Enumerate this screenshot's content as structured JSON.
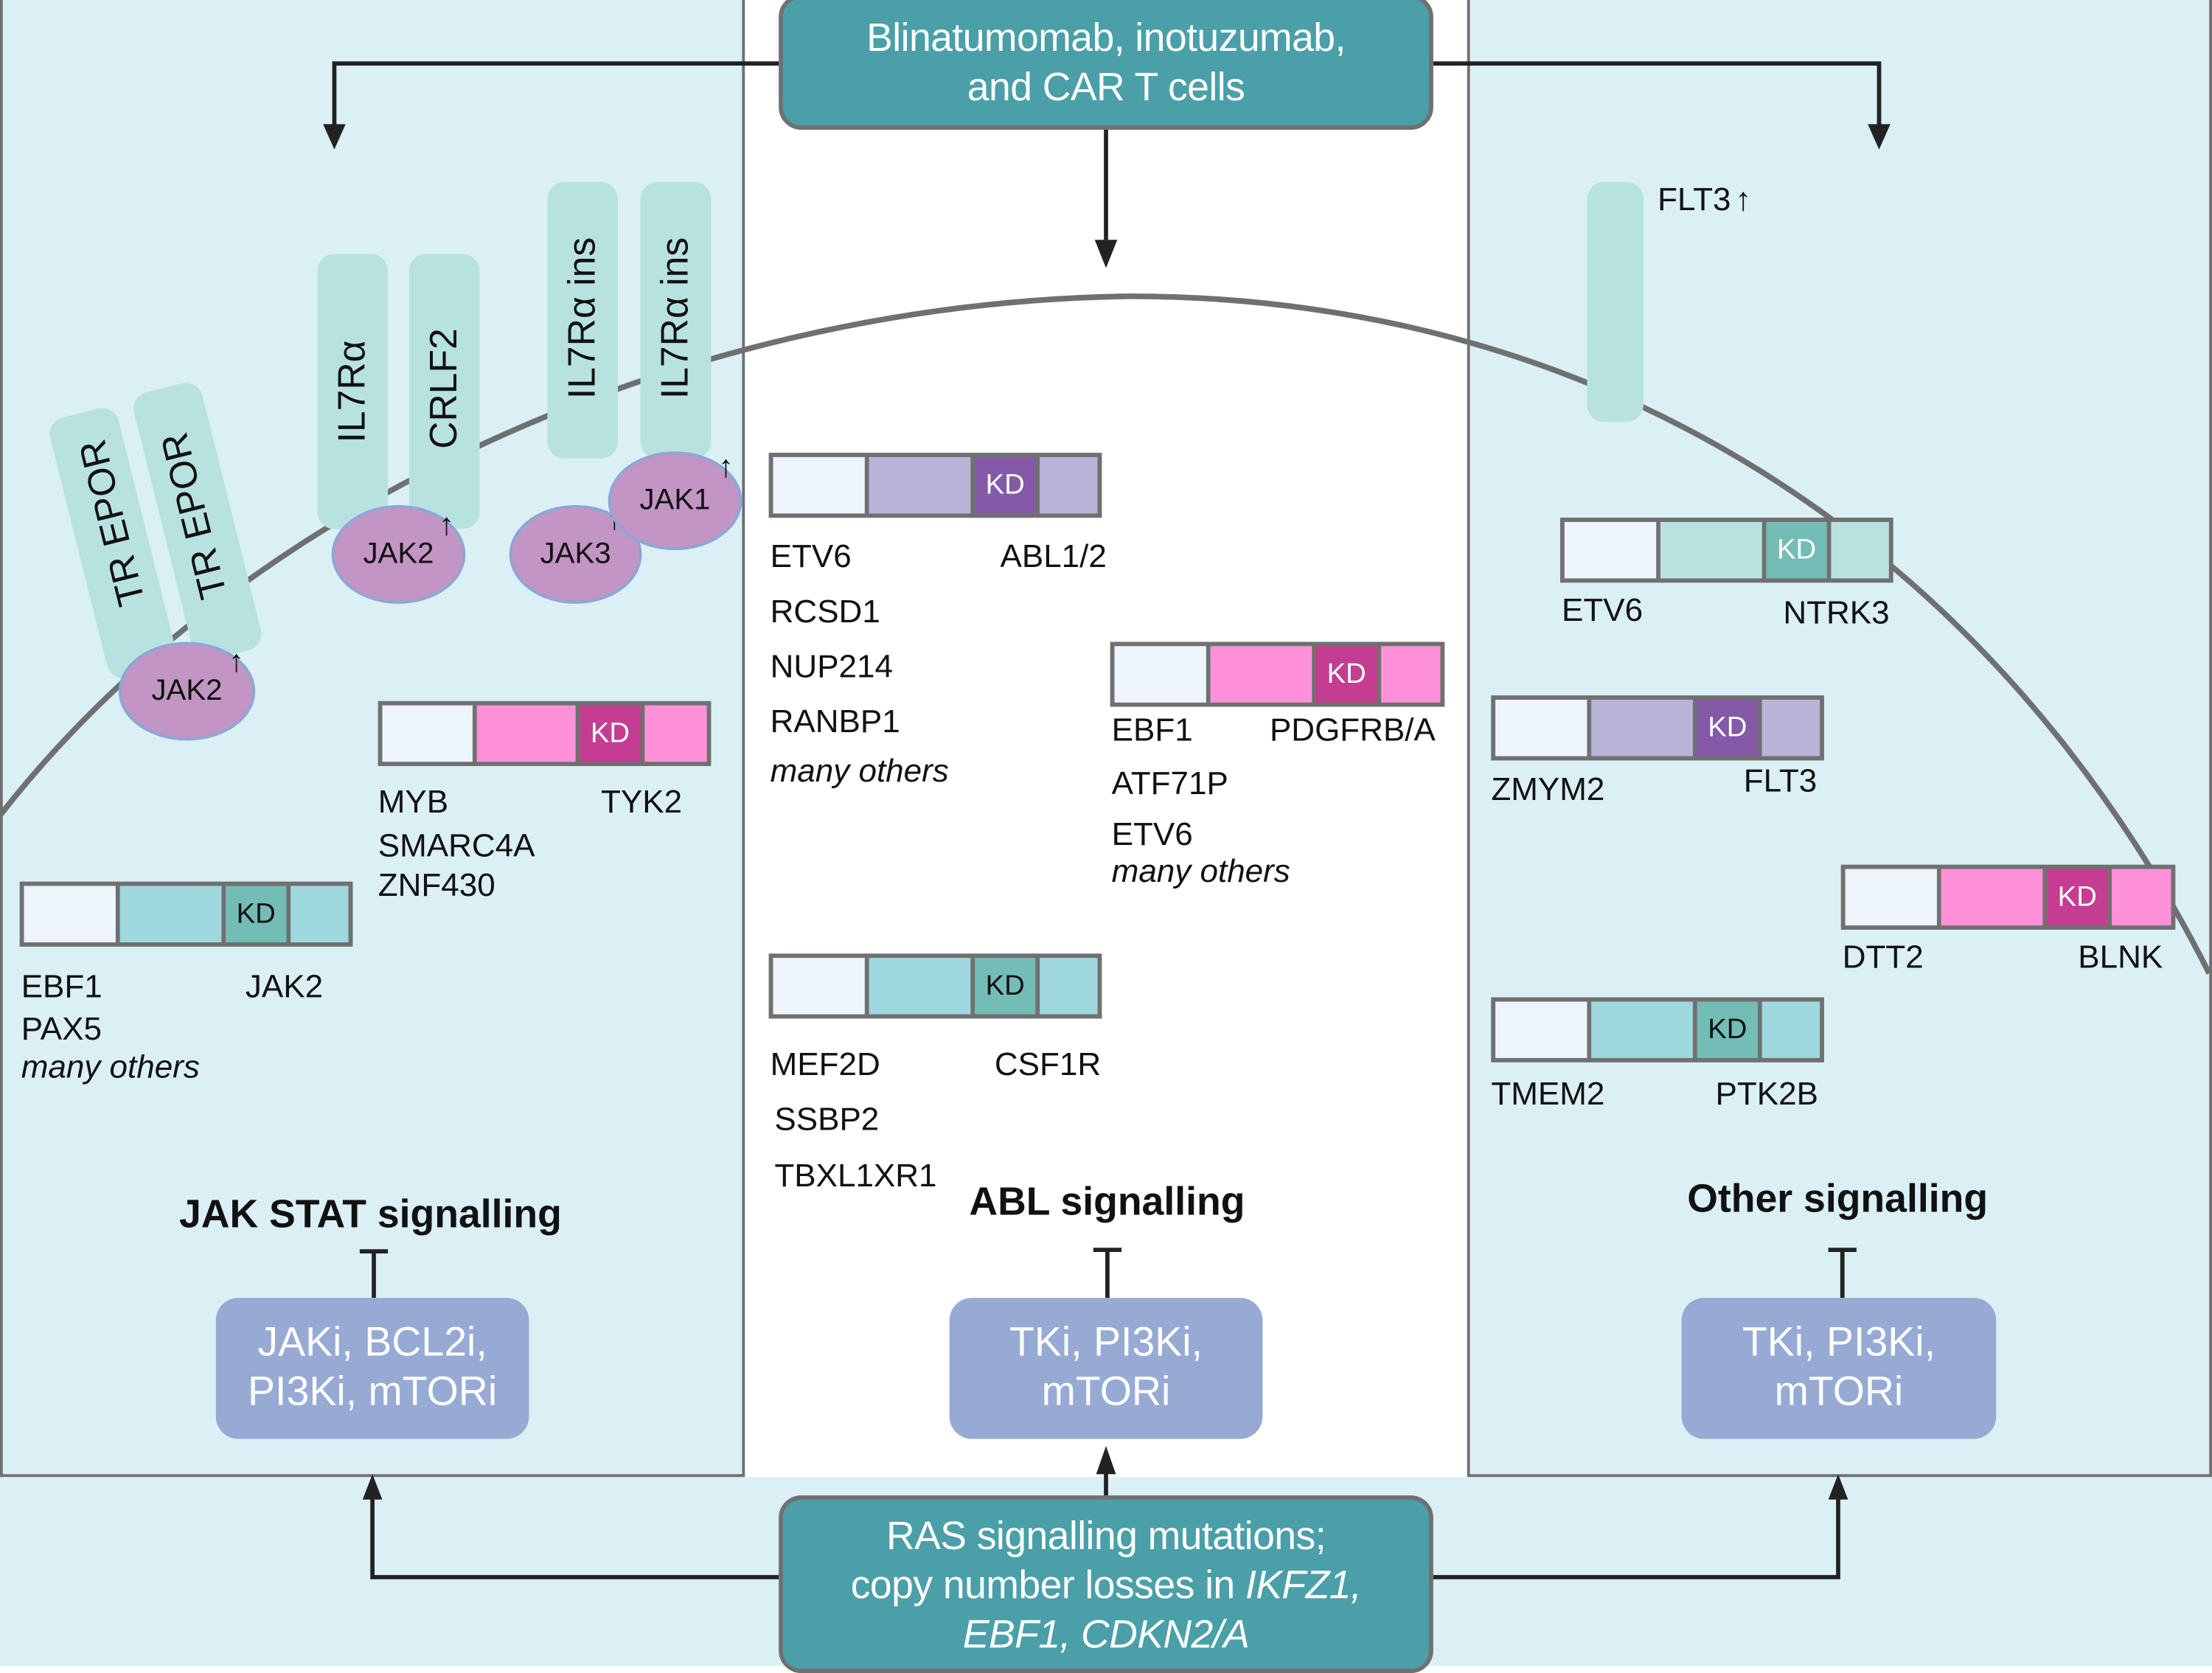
{
  "top_box": {
    "line1": "Blinatumomab, inotuzumab,",
    "line2": "and CAR T cells"
  },
  "bottom_box": {
    "line1": "RAS signalling mutations;",
    "line2_prefix": "copy number losses in ",
    "line2_italic": "IKFZ1,",
    "line3_italic": "EBF1, CDKN2/A"
  },
  "colors": {
    "panel_bg": "#daf0f5",
    "teal_box": "#4a9fa8",
    "drug_box": "#96aad4",
    "receptor": "#b8e2df",
    "jak": "#c295c4",
    "partner_segment": "#edf4fc",
    "purple_light": "#b9b4d8",
    "purple_kd": "#845aa8",
    "pink_light": "#ff91d8",
    "pink_kd": "#c43d92",
    "teal_light": "#9fd8de",
    "teal_kd": "#73bdb6",
    "mint_light": "#b8e2df"
  },
  "left_panel": {
    "title": "JAK STAT signalling",
    "drug": {
      "line1": "JAKi, BCL2i,",
      "line2": "PI3Ki, mTORi"
    },
    "receptors": [
      {
        "label": "TR EPOR"
      },
      {
        "label": "TR EPOR"
      },
      {
        "label": "IL7Rα"
      },
      {
        "label": "CRLF2"
      },
      {
        "label": "IL7Rα ins"
      },
      {
        "label": "IL7Rα ins"
      }
    ],
    "jaks": [
      {
        "label": "JAK2",
        "arrow": "↑"
      },
      {
        "label": "JAK2",
        "arrow": "↑"
      },
      {
        "label": "JAK3",
        "arrow": "↑"
      },
      {
        "label": "JAK1",
        "arrow": "↑"
      }
    ],
    "fusions": [
      {
        "kd_label": "KD",
        "left_gene": "MYB",
        "right_gene": "TYK2",
        "partners": [
          "SMARC4A",
          "ZNF430"
        ],
        "others": ""
      },
      {
        "kd_label": "KD",
        "left_gene": "EBF1",
        "right_gene": "JAK2",
        "partners": [
          "PAX5"
        ],
        "others": "many others"
      }
    ]
  },
  "center_panel": {
    "title": "ABL signalling",
    "drug": {
      "line1": "TKi, PI3Ki,",
      "line2": "mTORi"
    },
    "fusions": [
      {
        "kd_label": "KD",
        "left_gene": "ETV6",
        "right_gene": "ABL1/2",
        "partners": [
          "RCSD1",
          "NUP214",
          "RANBP1"
        ],
        "others": "many others"
      },
      {
        "kd_label": "KD",
        "left_gene": "EBF1",
        "right_gene": "PDGFRB/A",
        "partners": [
          "ATF71P",
          "ETV6"
        ],
        "others": "many others"
      },
      {
        "kd_label": "KD",
        "left_gene": "MEF2D",
        "right_gene": "CSF1R",
        "partners": [
          "SSBP2",
          "TBXL1XR1"
        ],
        "others": ""
      }
    ]
  },
  "right_panel": {
    "title": "Other signalling",
    "drug": {
      "line1": "TKi, PI3Ki,",
      "line2": "mTORi"
    },
    "receptor_label": "FLT3",
    "receptor_arrow": "↑",
    "fusions": [
      {
        "kd_label": "KD",
        "left_gene": "ETV6",
        "right_gene": "NTRK3"
      },
      {
        "kd_label": "KD",
        "left_gene": "ZMYM2",
        "right_gene": "FLT3"
      },
      {
        "kd_label": "KD",
        "left_gene": "DTT2",
        "right_gene": "BLNK"
      },
      {
        "kd_label": "KD",
        "left_gene": "TMEM2",
        "right_gene": "PTK2B"
      }
    ]
  }
}
